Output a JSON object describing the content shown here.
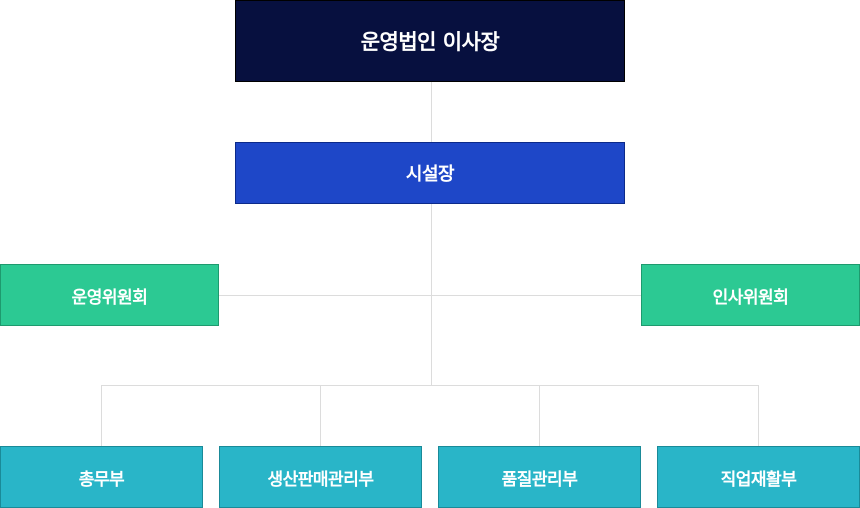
{
  "colors": {
    "chair": "#07103f",
    "director": "#1e47c8",
    "committee": "#2cc993",
    "department": "#29b5c8",
    "connector": "#dcdcdc"
  },
  "org_chart": {
    "chair": {
      "label": "운영법인 이사장"
    },
    "director": {
      "label": "시설장"
    },
    "committees": [
      {
        "label": "운영위원회"
      },
      {
        "label": "인사위원회"
      }
    ],
    "departments": [
      {
        "label": "총무부"
      },
      {
        "label": "생산판매관리부"
      },
      {
        "label": "품질관리부"
      },
      {
        "label": "직업재활부"
      }
    ]
  }
}
